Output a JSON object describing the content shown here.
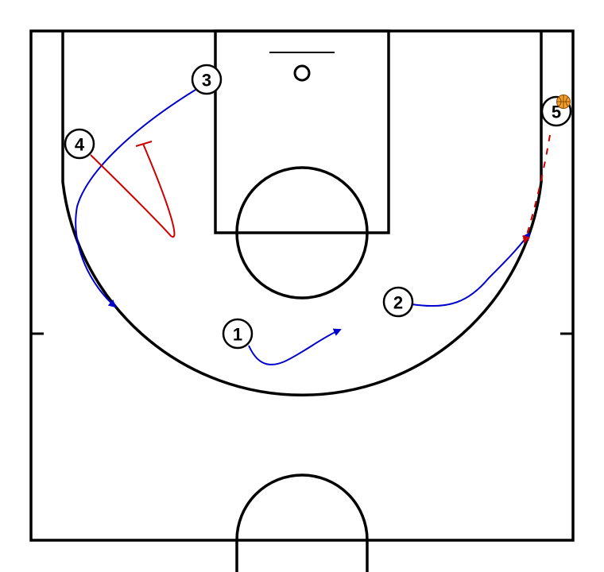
{
  "diagram": {
    "type": "basketball-half-court-play",
    "colors": {
      "court_lines": "#000000",
      "cut_movement": "#0000cc",
      "screen_and_pass": "#cc0000",
      "ball": "#f0a030"
    },
    "players": [
      {
        "id": "p1",
        "label": "1"
      },
      {
        "id": "p2",
        "label": "2"
      },
      {
        "id": "p3",
        "label": "3"
      },
      {
        "id": "p4",
        "label": "4"
      },
      {
        "id": "p5",
        "label": "5",
        "has_ball": true
      }
    ],
    "actions": [
      {
        "player": "1",
        "kind": "cut",
        "color": "cut_movement"
      },
      {
        "player": "2",
        "kind": "cut",
        "color": "cut_movement"
      },
      {
        "player": "3",
        "kind": "cut",
        "color": "cut_movement"
      },
      {
        "player": "4",
        "kind": "screen",
        "color": "screen_and_pass"
      },
      {
        "player": "5",
        "kind": "pass",
        "color": "screen_and_pass",
        "to": "2"
      }
    ]
  }
}
